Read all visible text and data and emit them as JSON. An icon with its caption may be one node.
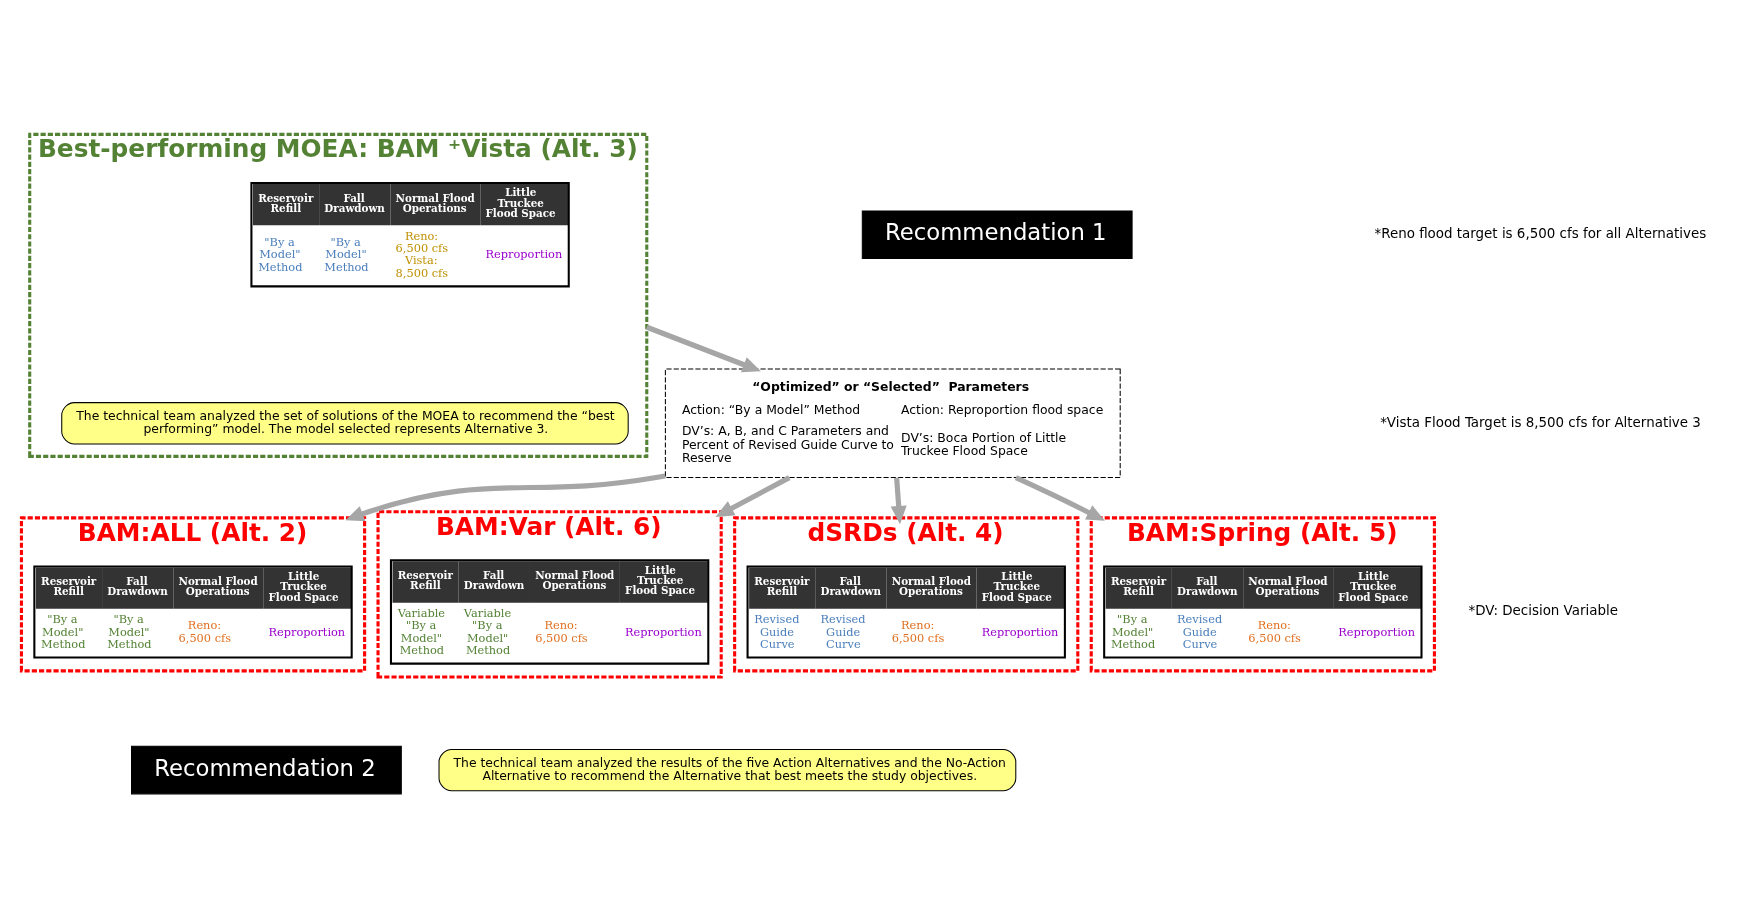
{
  "diagram": {
    "nodes": [
      {
        "text": [
          "Best-performing MOEA: BAM ⁺Vista (Alt. 3)"
        ]
      },
      {
        "text": [
          "Reservoir Refill",
          "Fall Drawdown",
          "Normal Flood Operations",
          "Little Truckee Flood Space",
          "\"By a Model\" Method",
          "\"By a Model\" Method",
          "Reno: 6,500 cfs Vista: 8,500 cfs",
          "Reproportion"
        ],
        "in": 0
      },
      {
        "text": [
          "The technical team analyzed the set of solutions of the MOEA to recommend the “best performing” model. The model selected represents Alternative 3."
        ],
        "in": 0
      },
      {
        "text": [
          "“Optimized” or “Selected”  Parameters",
          "Action: “By a Model” Method",
          "DV’s: A, B, and C Parameters and Percent of Revised Guide Curve to Reserve",
          "Action: Reproportion flood space",
          "DV’s: Boca Portion of Little Truckee Flood Space"
        ]
      },
      {
        "text": [
          "BAM:ALL (Alt. 2)"
        ]
      },
      {
        "text": [
          "Reservoir Refill",
          "Fall Drawdown",
          "Normal Flood Operations",
          "Little Truckee Flood Space",
          "\"By a Model\" Method",
          "\"By a Model\" Method",
          "Reno: 6,500 cfs",
          "Reproportion"
        ],
        "in": 4
      },
      {
        "text": [
          "BAM:Var (Alt. 6)"
        ]
      },
      {
        "text": [
          "Reservoir Refill",
          "Fall Drawdown",
          "Normal Flood Operations",
          "Little Truckee Flood Space",
          "Variable \"By a Model\" Method",
          "Variable \"By a Model\" Method",
          "Reno: 6,500 cfs",
          "Reproportion"
        ],
        "in": 6
      },
      {
        "text": [
          "dSRDs (Alt. 4)"
        ]
      },
      {
        "text": [
          "Reservoir Refill",
          "Fall Drawdown",
          "Normal Flood Operations",
          "Little Truckee Flood Space",
          "Revised Guide Curve",
          "Revised Guide Curve",
          "Reno: 6,500 cfs",
          "Reproportion"
        ],
        "in": 8
      },
      {
        "text": [
          "BAM:Spring (Alt. 5)"
        ]
      },
      {
        "text": [
          "Reservoir Refill",
          "Fall Drawdown",
          "Normal Flood Operations",
          "Little Truckee Flood Space",
          "\"By a Model\" Method",
          "Revised Guide Curve",
          "Reno: 6,500 cfs",
          "Reproportion"
        ],
        "in": 10
      },
      {
        "text": [
          "Recommendation 1"
        ]
      },
      {
        "text": [
          "Recommendation 2"
        ]
      },
      {
        "text": [
          "The technical team analyzed the results of the five Action Alternatives and the No-Action Alternative to recommend the Alternative that best meets the study objectives."
        ]
      }
    ],
    "edges": [
      {
        "from": 0,
        "to": 3,
        "arrow": "to"
      },
      {
        "from": 3,
        "to": 4,
        "arrow": "to"
      },
      {
        "from": 3,
        "to": 8,
        "arrow": "to"
      },
      {
        "from": 3,
        "to": 10,
        "arrow": "to"
      },
      {
        "from": 3,
        "to": 6,
        "arrow": "to"
      }
    ],
    "labels": [
      "*Reno flood target is 6,500 cfs for all Alternatives",
      "*Vista Flood Target is 8,500 cfs for Alternative 3",
      "*DV: Decision Variable"
    ]
  }
}
